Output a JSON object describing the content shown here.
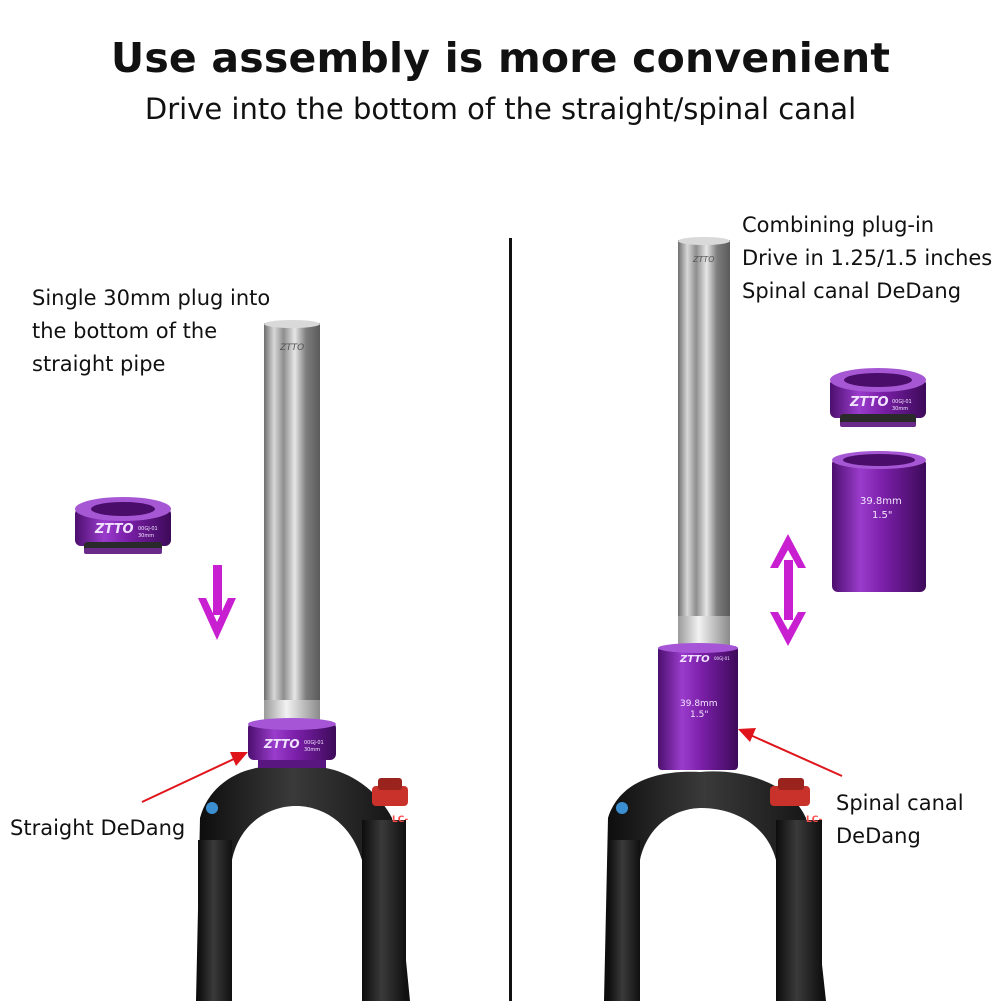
{
  "header": {
    "title": "Use assembly is more convenient",
    "subtitle": "Drive into the bottom of the straight/spinal canal"
  },
  "left_panel": {
    "note_lines": [
      "Single 30mm plug into",
      "the bottom of the",
      "straight pipe"
    ],
    "callout": "Straight DeDang",
    "ring_brand": "ZTTO",
    "ring_small_text": [
      "00GJ-01",
      "30mm"
    ]
  },
  "right_panel": {
    "note_lines": [
      "Combining plug-in",
      "Drive in 1.25/1.5 inches",
      "Spinal canal DeDang"
    ],
    "callout_lines": [
      "Spinal canal",
      "DeDang"
    ],
    "ring_brand": "ZTTO",
    "sleeve_spec": [
      "39.8mm",
      "1.5\""
    ],
    "fork_sticker": "LC-"
  },
  "colors": {
    "purple": "#7a1fa8",
    "arrow_magenta": "#c81fd0",
    "callout_red": "#e0151c",
    "fork_black": "#1c1c1c",
    "knob_red": "#c8322a",
    "steel": "#b9b9b9"
  }
}
